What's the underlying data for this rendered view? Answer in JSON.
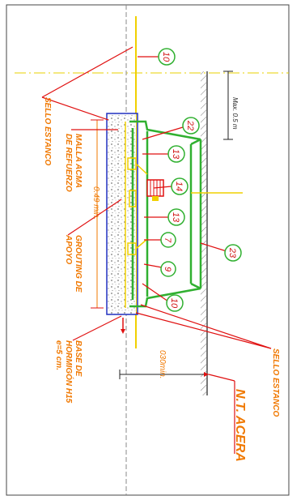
{
  "labels": {
    "sello_estanco_top": "SELLO ESTANCO",
    "malla_acma": "MALLA ACMA",
    "de_refuerzo": "DE REFUERZO",
    "grouting_de": "GROUTING DE",
    "apoyo": "APOYO",
    "base_de": "BASE DE",
    "hormigon": "HORMIGÓN H15",
    "espesor": "e=5 cm.",
    "sello_estanco_bottom": "SELLO ESTANCO",
    "nt_acera": "N.T. ACERA"
  },
  "dimensions": {
    "min_049": "0.49 min.",
    "min_030": "030min.",
    "max_05": "Max. 0.5 m"
  },
  "bubbles": [
    "10",
    "22",
    "13",
    "14",
    "13",
    "7",
    "9",
    "10",
    "23"
  ],
  "colors": {
    "red": "#e01010",
    "green": "#30b030",
    "orange": "#f07800",
    "yellow": "#f0d000",
    "blue": "#2030c0",
    "gray": "#888888"
  }
}
